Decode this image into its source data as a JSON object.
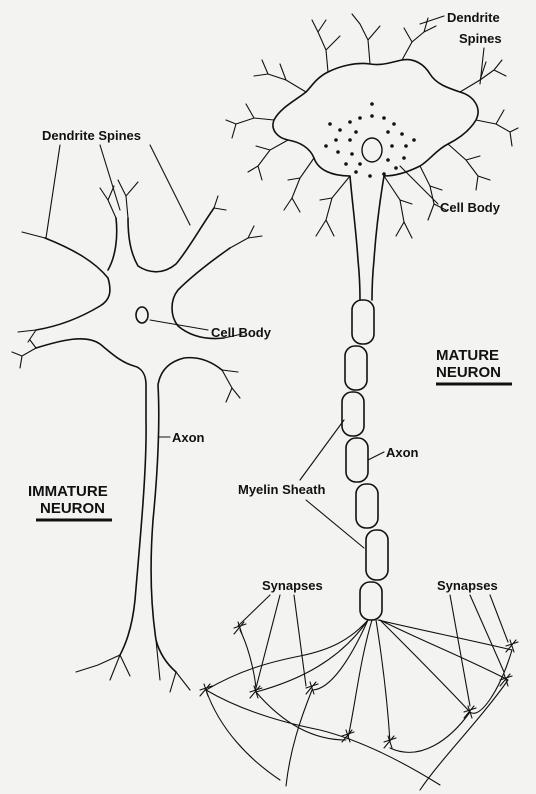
{
  "labels": {
    "dendrite_spines_left": "Dendrite Spines",
    "cell_body_left": "Cell Body",
    "axon_left": "Axon",
    "immature_line1": "IMMATURE",
    "immature_line2": "NEURON",
    "dendrite_top": "Dendrite",
    "spines_top": "Spines",
    "cell_body_right": "Cell Body",
    "mature_line1": "MATURE",
    "mature_line2": "NEURON",
    "axon_right": "Axon",
    "myelin_sheath": "Myelin Sheath",
    "synapses_left": "Synapses",
    "synapses_right": "Synapses"
  },
  "colors": {
    "background": "#f3f3f1",
    "ink": "#111111"
  }
}
